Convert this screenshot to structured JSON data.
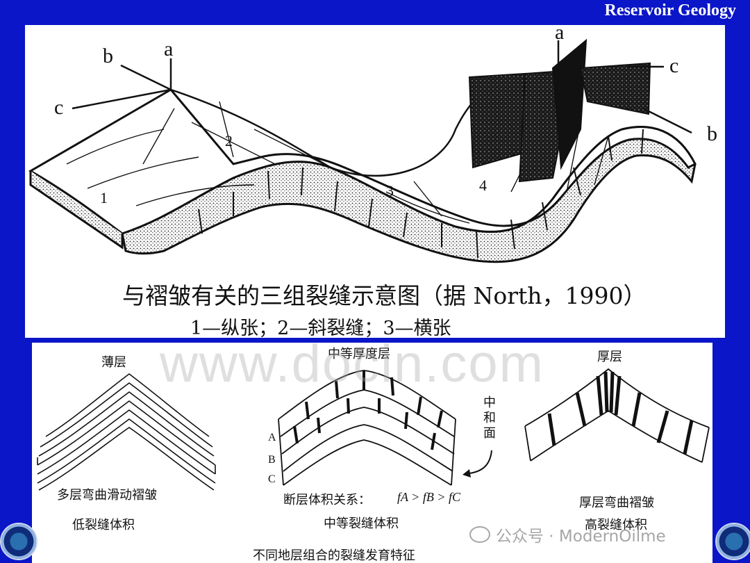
{
  "header": {
    "title": "Reservoir Geology"
  },
  "top_figure": {
    "caption": "与褶皱有关的三组裂缝示意图（据 North，1990）",
    "legend": "1—纵张；2—斜裂缝；3—横张",
    "axis_labels_left": {
      "a": "a",
      "b": "b",
      "c": "c"
    },
    "axis_labels_right": {
      "a": "a",
      "b": "b",
      "c": "c"
    },
    "numbers": {
      "n1": "1",
      "n2": "2",
      "n3": "3",
      "n4": "4"
    }
  },
  "bottom_figure": {
    "thin": {
      "title": "薄层",
      "caption1": "多层弯曲滑动褶皱",
      "caption2": "低裂缝体积"
    },
    "medium": {
      "title": "中等厚度层",
      "caption1": "断层体积关系：",
      "relation": "fA > fB > fC",
      "caption2": "中等裂缝体积",
      "layers": [
        "A",
        "B",
        "C"
      ],
      "neutral": "中和面"
    },
    "thick": {
      "title": "厚层",
      "caption1": "厚层弯曲褶皱",
      "caption2": "高裂缝体积"
    },
    "footer": "不同地层组合的裂缝发育特征"
  },
  "watermark": "www.docin.com",
  "wechat": "公众号 · ModernOilme"
}
